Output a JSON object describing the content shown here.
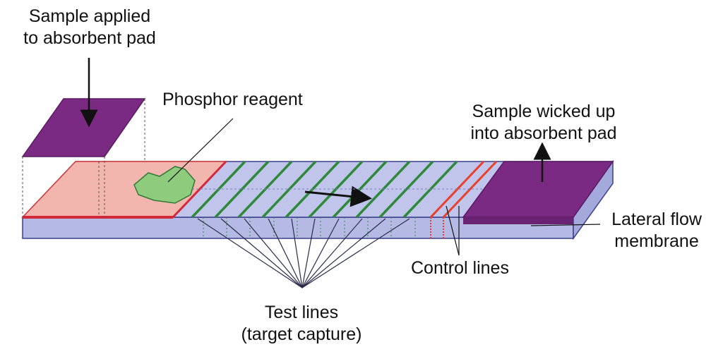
{
  "labels": {
    "sample_applied": [
      "Sample applied",
      "to absorbent pad"
    ],
    "phosphor_reagent": "Phosphor reagent",
    "sample_wicked": [
      "Sample wicked up",
      "into absorbent pad"
    ],
    "lateral_flow": [
      "Lateral flow",
      "membrane"
    ],
    "control_lines": "Control lines",
    "test_lines": [
      "Test lines",
      "(target capture)"
    ]
  },
  "colors": {
    "absorbent_pad": "#7a2a82",
    "conjugate_pad": "#f2b8b0",
    "membrane": "#b8bde6",
    "test_line": "#2e8a3a",
    "control_line": "#e8402a",
    "reagent": "#8cc97a"
  }
}
